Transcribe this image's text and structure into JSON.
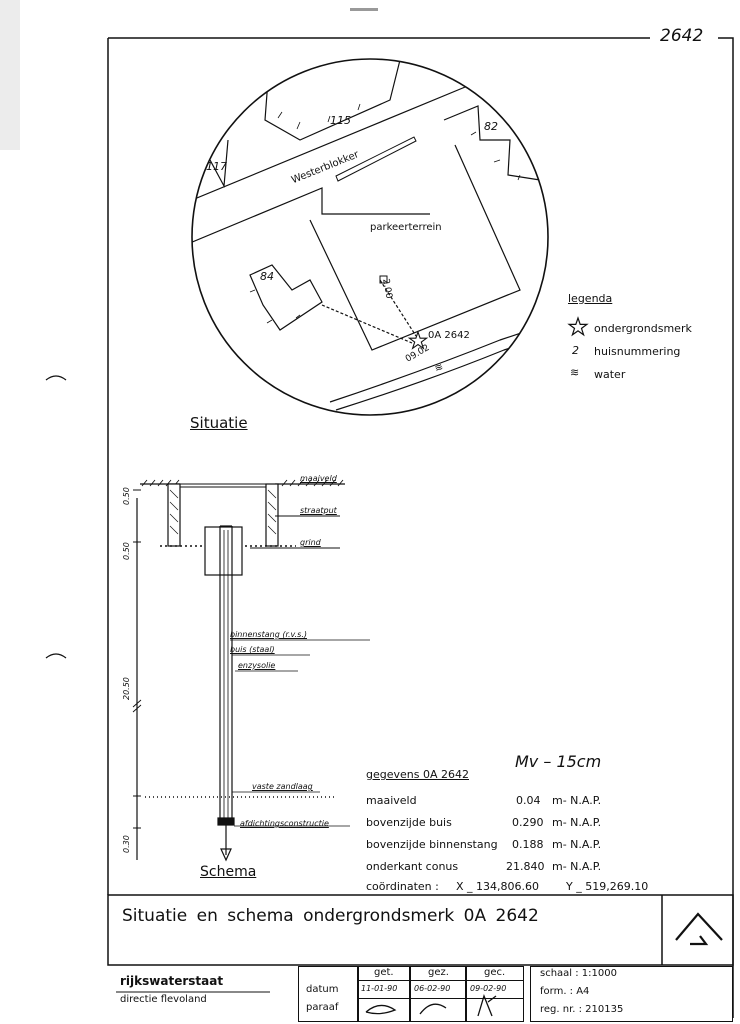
{
  "sheet_number": "2642",
  "map": {
    "street": "Westerblokker",
    "lot": "parkeerterrein",
    "house_115": "115",
    "house_117": "117",
    "house_82": "82",
    "house_84": "84",
    "distance_1": "2.00",
    "distance_2": "09.02",
    "benchmark": "0A 2642"
  },
  "legend": {
    "title": "legenda",
    "items": [
      {
        "symbol": "☆",
        "label": "ondergrondsmerk"
      },
      {
        "symbol": "2",
        "label": "huisnummering"
      },
      {
        "symbol": "≋",
        "label": "water"
      }
    ]
  },
  "situatie_title": "Situatie",
  "schema": {
    "title": "Schema",
    "labels": {
      "maaiveld": "maaiveld",
      "straatput": "straatput",
      "grind": "grind",
      "binnenstang": "binnenstang (r.v.s.)",
      "buis": "buis (staal)",
      "enzysolie": "enzysolie",
      "vaste_zandlaag": "vaste zandlaag",
      "afdichting": "afdichtingsconstructie"
    },
    "dims": [
      "0.50",
      "0.50",
      "20.50",
      "0.30"
    ]
  },
  "handwritten_note": "Mv  – 15cm",
  "data": {
    "title": "gegevens 0A 2642",
    "rows": [
      {
        "label": "maaiveld",
        "value": "0.04",
        "unit": "m- N.A.P."
      },
      {
        "label": "bovenzijde buis",
        "value": "0.290",
        "unit": "m- N.A.P."
      },
      {
        "label": "bovenzijde binnenstang",
        "value": "0.188",
        "unit": "m- N.A.P."
      },
      {
        "label": "onderkant conus",
        "value": "21.840",
        "unit": "m- N.A.P."
      }
    ],
    "coords_label": "coördinaten :",
    "x": "X _ 134,806.60",
    "y": "Y _ 519,269.10"
  },
  "title_block": {
    "main_title": "Situatie en schema ondergrondsmerk 0A 2642",
    "org": "rijkswaterstaat",
    "division": "directie flevoland",
    "row_datum": "datum",
    "row_paraaf": "paraaf",
    "cols": [
      "get.",
      "gez.",
      "gec."
    ],
    "dates": [
      "11-01-90",
      "06-02-90",
      "09-02-90"
    ],
    "schaal": "schaal :  1:1000",
    "form": "form.   :  A4",
    "reg": "reg. nr. :  210135"
  }
}
